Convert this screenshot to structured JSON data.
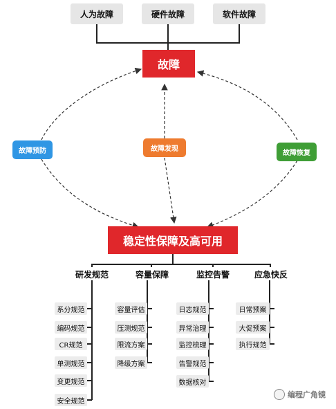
{
  "top_causes": [
    "人为故障",
    "硬件故障",
    "软件故障"
  ],
  "fault_title": "故障",
  "side_labels": {
    "prevent": "故障预防",
    "discover": "故障发现",
    "recover": "故障恢复"
  },
  "core_title": "稳定性保障及高可用",
  "categories": [
    {
      "title": "研发规范",
      "items": [
        "系分规范",
        "编码规范",
        "CR规范",
        "单测规范",
        "变更规范",
        "安全规范"
      ]
    },
    {
      "title": "容量保障",
      "items": [
        "容量评估",
        "压测规范",
        "限流方案",
        "降级方案"
      ]
    },
    {
      "title": "监控告警",
      "items": [
        "日志规范",
        "异常治理",
        "监控梳理",
        "告警规范",
        "数据核对"
      ]
    },
    {
      "title": "应急快反",
      "items": [
        "日常预案",
        "大促预案",
        "执行规范"
      ]
    }
  ],
  "watermark": "编程广角镜",
  "colors": {
    "red": "#e0272b",
    "blue": "#2f96e4",
    "orange": "#ee7b2f",
    "green": "#3f9e36"
  }
}
